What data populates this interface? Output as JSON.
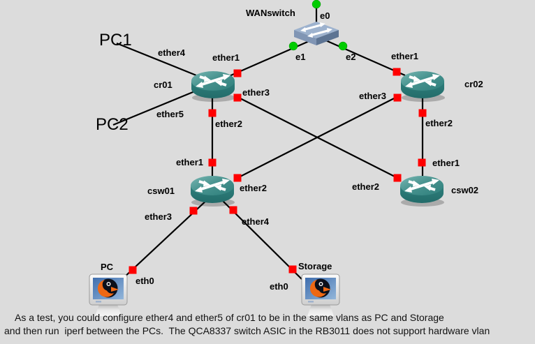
{
  "colors": {
    "background": "#dcdcdc",
    "link": "#000000",
    "status_stopped": "#ff0000",
    "status_running": "#00cc00",
    "label": "#000000",
    "router_teal": "#2e7f7c",
    "switch_blue": "#8095b4",
    "host_screen": "#4a7ab8",
    "host_logo_bird": "#ee6813"
  },
  "nodes": {
    "wanswitch": {
      "label": "WANswitch",
      "type": "ethernet-switch"
    },
    "cr01": {
      "label": "cr01",
      "type": "router"
    },
    "cr02": {
      "label": "cr02",
      "type": "router"
    },
    "csw01": {
      "label": "csw01",
      "type": "router"
    },
    "csw02": {
      "label": "csw02",
      "type": "router"
    },
    "pc": {
      "label": "PC",
      "type": "host"
    },
    "storage": {
      "label": "Storage",
      "type": "host"
    }
  },
  "annotations": {
    "pc1": "PC1",
    "pc2": "PC2"
  },
  "interfaces": {
    "wan_e0": "e0",
    "wan_e1": "e1",
    "wan_e2": "e2",
    "cr01_ether1": "ether1",
    "cr01_ether2": "ether2",
    "cr01_ether3": "ether3",
    "cr01_ether4": "ether4",
    "cr01_ether5": "ether5",
    "cr02_ether1": "ether1",
    "cr02_ether2": "ether2",
    "cr02_ether3": "ether3",
    "csw01_ether1": "ether1",
    "csw01_ether2": "ether2",
    "csw01_ether3": "ether3",
    "csw01_ether4": "ether4",
    "csw02_ether1": "ether1",
    "csw02_ether2": "ether2",
    "pc_eth0": "eth0",
    "storage_eth0": "eth0"
  },
  "note": {
    "line1": "As a test, you could configure ether4 and ether5 of cr01 to be in the same vlans as PC and Storage",
    "line2": "and then run  iperf between the PCs.  The QCA8337 switch ASIC in the RB3011 does not support hardware vlan"
  }
}
